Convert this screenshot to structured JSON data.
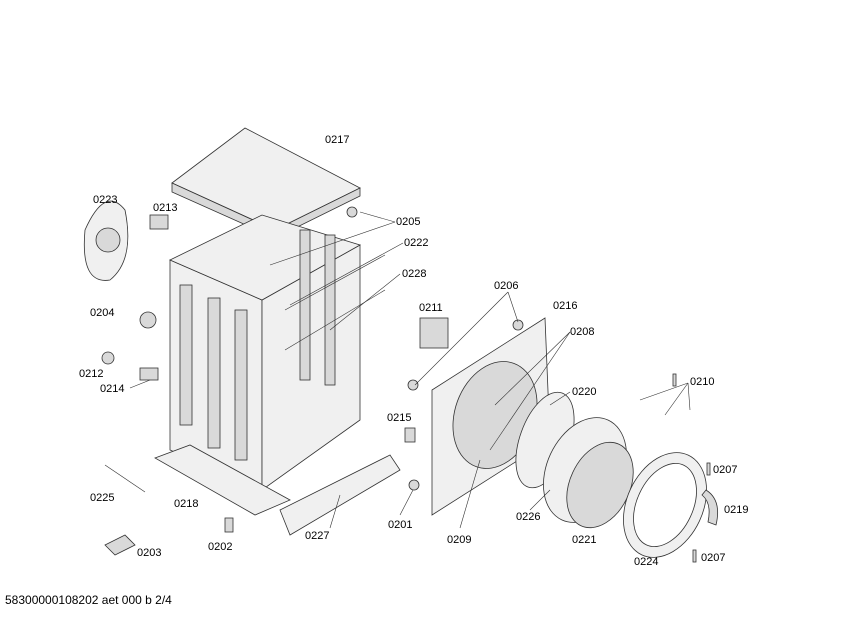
{
  "diagram": {
    "footer": "58300000108202 aet 000 b 2/4",
    "parts": [
      {
        "id": "p0217",
        "label": "0217",
        "name": "top-cover"
      },
      {
        "id": "p0223",
        "label": "0223",
        "name": "rear-cover"
      },
      {
        "id": "p0213",
        "label": "0213",
        "name": "part-0213"
      },
      {
        "id": "p0205",
        "label": "0205",
        "name": "part-0205"
      },
      {
        "id": "p0222",
        "label": "0222",
        "name": "part-0222"
      },
      {
        "id": "p0228",
        "label": "0228",
        "name": "part-0228"
      },
      {
        "id": "p0206",
        "label": "0206",
        "name": "part-0206"
      },
      {
        "id": "p0216",
        "label": "0216",
        "name": "part-0216"
      },
      {
        "id": "p0211",
        "label": "0211",
        "name": "door-lock"
      },
      {
        "id": "p0208",
        "label": "0208",
        "name": "part-0208"
      },
      {
        "id": "p0204",
        "label": "0204",
        "name": "part-0204"
      },
      {
        "id": "p0212",
        "label": "0212",
        "name": "part-0212"
      },
      {
        "id": "p0220",
        "label": "0220",
        "name": "part-0220"
      },
      {
        "id": "p0210",
        "label": "0210",
        "name": "part-0210"
      },
      {
        "id": "p0214",
        "label": "0214",
        "name": "part-0214"
      },
      {
        "id": "p0215",
        "label": "0215",
        "name": "part-0215"
      },
      {
        "id": "p0207a",
        "label": "0207",
        "name": "part-0207-top"
      },
      {
        "id": "p0225",
        "label": "0225",
        "name": "wrench"
      },
      {
        "id": "p0218",
        "label": "0218",
        "name": "base-plate"
      },
      {
        "id": "p0219",
        "label": "0219",
        "name": "door-handle"
      },
      {
        "id": "p0226",
        "label": "0226",
        "name": "part-0226"
      },
      {
        "id": "p0201",
        "label": "0201",
        "name": "part-0201"
      },
      {
        "id": "p0227",
        "label": "0227",
        "name": "plinth-panel"
      },
      {
        "id": "p0209",
        "label": "0209",
        "name": "front-panel"
      },
      {
        "id": "p0221",
        "label": "0221",
        "name": "door-glass"
      },
      {
        "id": "p0202",
        "label": "0202",
        "name": "foot-screw"
      },
      {
        "id": "p0203",
        "label": "0203",
        "name": "bracket"
      },
      {
        "id": "p0224",
        "label": "0224",
        "name": "door-ring"
      },
      {
        "id": "p0207b",
        "label": "0207",
        "name": "part-0207-bottom"
      }
    ]
  }
}
